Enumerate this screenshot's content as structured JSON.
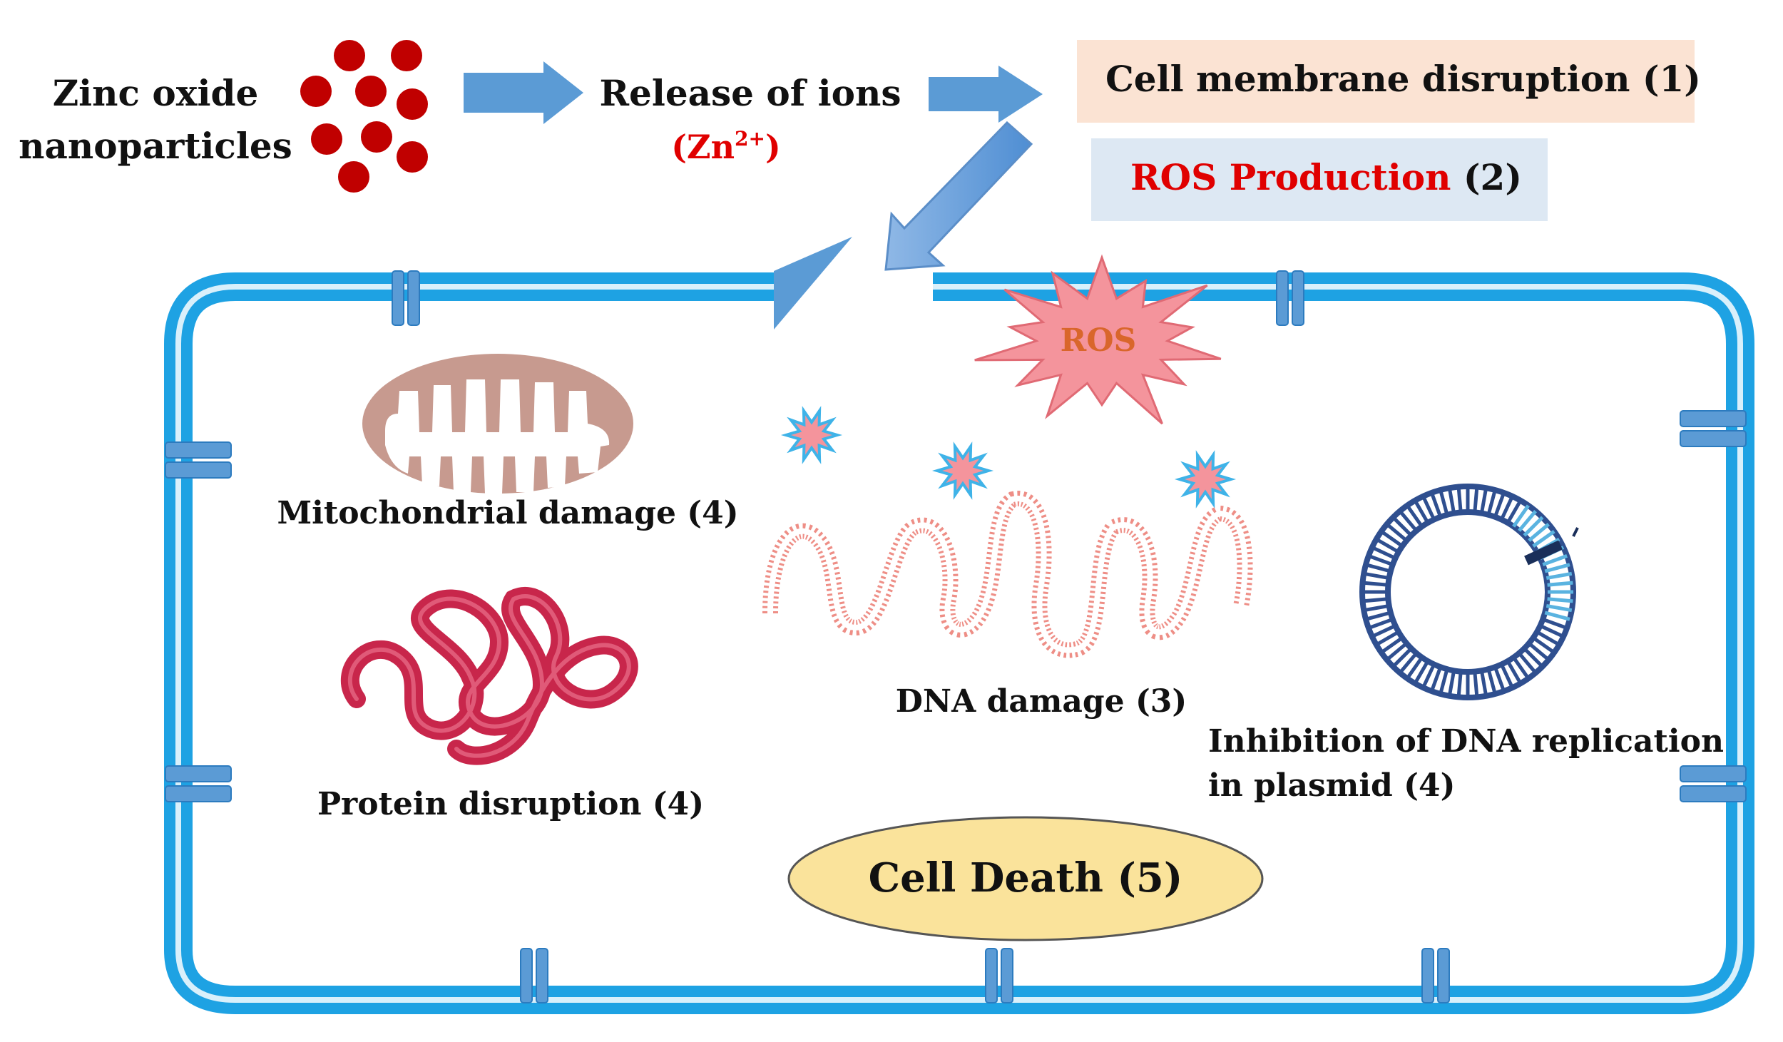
{
  "source": {
    "line1": "Zinc oxide",
    "line2": "nanoparticles"
  },
  "release": {
    "label": "Release of ions",
    "ion_base": "(Zn",
    "ion_charge": "2+",
    "ion_close": ")"
  },
  "effects": {
    "membrane": "Cell membrane disruption (1)",
    "ros_production": "ROS Production",
    "ros_production_num": " (2)"
  },
  "cell": {
    "ros_burst_label": "ROS",
    "mitochondria_label": "Mitochondrial damage (4)",
    "protein_label": "Protein disruption (4)",
    "dna_label": "DNA damage (3)",
    "plasmid_label_line1": "Inhibition of DNA replication",
    "plasmid_label_line2": "in plasmid (4)",
    "death_label": "Cell Death (5)"
  },
  "colors": {
    "membrane_blue": "#1ea2e3",
    "membrane_pale": "#d9f0fb",
    "arrow_blue": "#5b9bd5",
    "nanoparticle_red": "#c00000",
    "ros_red": "#e00000",
    "membrane_box": "#fbe3d3",
    "ros_box": "#dde8f3",
    "ros_burst": "#f4949c",
    "ros_burst_text": "#d9662b",
    "mitochondria": "#c79a8f",
    "protein": "#c8264b",
    "dna": "#ee8e86",
    "plasmid": "#2f4f8f",
    "death_fill": "#fae39b"
  }
}
